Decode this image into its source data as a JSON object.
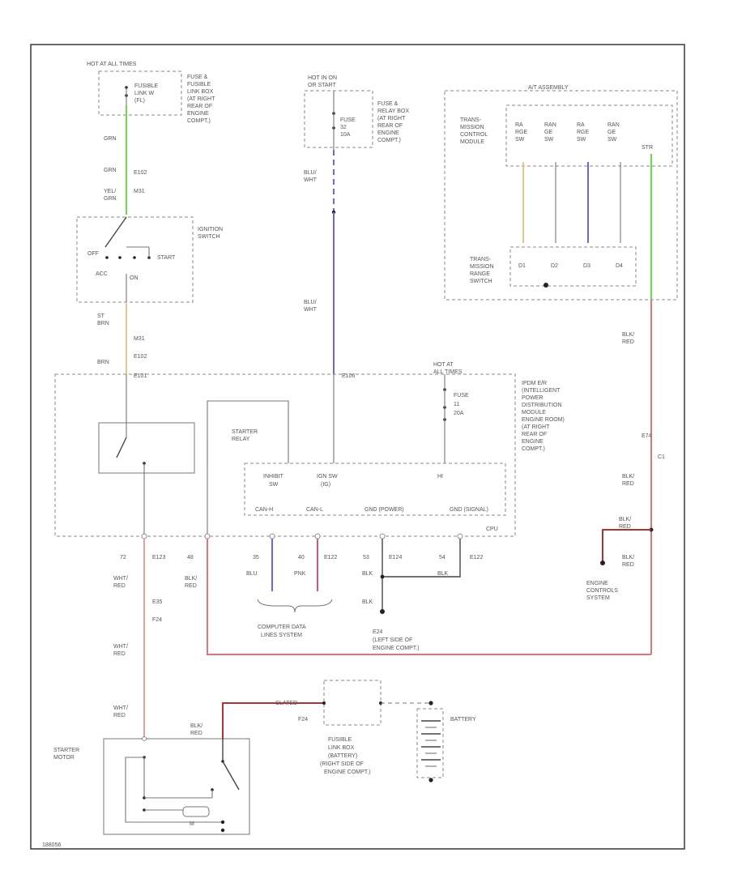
{
  "colors": {
    "green": "#66dd44",
    "blue": "#6666ee",
    "tan": "#e8c488",
    "red": "#dd7777",
    "pink": "#dd5566",
    "dark_red": "#aa3333",
    "wire_gray": "#777777"
  },
  "labels": {
    "hot_at_all_times_top": "HOT AT ALL TIMES",
    "fusible_link_top": [
      "FUSIBLE",
      "LINK W",
      "(FL)"
    ],
    "fuse_box_top_desc": [
      "FUSE &",
      "FUSIBLE",
      "LINK BOX",
      "(AT RIGHT",
      "REAR OF",
      "ENGINE",
      "COMPT.)"
    ],
    "grn1": "GRN",
    "grn2": "GRN",
    "e102_a": "E102",
    "m31_a": "M31",
    "gr_grn": [
      "YEL/",
      "GRN"
    ],
    "ignition_switch": [
      "IGNITION",
      "SWITCH"
    ],
    "off": "OFF",
    "start": "START",
    "acc": "ACC",
    "on": "ON",
    "st_brn": [
      "ST",
      "BRN"
    ],
    "m31_b": "M31",
    "e102_b": "E102",
    "brn": "BRN",
    "e101": "E101",
    "hot_in_on": [
      "HOT IN ON",
      "OR START"
    ],
    "fuse_top_mid": [
      "FUSE",
      "32",
      "10A"
    ],
    "fuse_relay_box_desc": [
      "FUSE &",
      "RELAY BOX",
      "(AT RIGHT",
      "REAR OF",
      "ENGINE",
      "COMPT.)"
    ],
    "blu_wht_1": [
      "BLU/",
      "WHT"
    ],
    "blu_wht_2": [
      "BLU/",
      "WHT"
    ],
    "e106": "E106",
    "at_assembly": "A/T ASSEMBLY",
    "tcm": [
      "TRANS-",
      "MISSION",
      "CONTROL",
      "MODULE"
    ],
    "tcm_pins": [
      [
        "RA",
        "RGE",
        "SW"
      ],
      [
        "RAN",
        "GE",
        "SW"
      ],
      [
        "RA",
        "RGE",
        "SW"
      ],
      [
        "RAN",
        "GE",
        "SW"
      ]
    ],
    "str": "STR",
    "tr_sensor": [
      "TRANS-",
      "MISSION",
      "RANGE",
      "SWITCH"
    ],
    "tr_pins": [
      "D1",
      "D2",
      "D3",
      "D4"
    ],
    "blk_red_right": [
      "BLK/",
      "RED"
    ],
    "hot_at_all_times_mid": [
      "HOT AT",
      "ALL TIMES"
    ],
    "fuse_mid": [
      "FUSE",
      "11",
      "20A"
    ],
    "ipdm_desc": [
      "IPDM E/R",
      "(INTELLIGENT",
      "POWER",
      "DISTRIBUTION",
      "MODULE",
      "ENGINE ROOM)",
      "(AT RIGHT",
      "REAR OF",
      "ENGINE",
      "COMPT.)"
    ],
    "starter_relay": [
      "STARTER",
      "RELAY"
    ],
    "ipdm_inner": [
      [
        "INHIBIT",
        "SW"
      ],
      [
        "IGN SW",
        "(IG)"
      ],
      [
        "HI"
      ]
    ],
    "ipdm_pins": [
      "CAN-H",
      "CAN-L",
      "GND (POWER)",
      "GND (SIGNAL)"
    ],
    "cpu": "CPU",
    "e74": "E74",
    "c1": "C1",
    "blk_red_e": [
      "BLK/",
      "RED"
    ],
    "blk_red_e2": [
      "BLK/",
      "RED"
    ],
    "blk_red_e3": [
      "BLK/",
      "RED"
    ],
    "ecs": [
      "ENGINE",
      "CONTROLS",
      "SYSTEM"
    ],
    "pin_numbers": [
      "72",
      "48",
      "35",
      "40",
      "53",
      "54"
    ],
    "connector_codes": [
      "E123",
      "E122",
      "E124",
      "E122"
    ],
    "blu": "BLU",
    "pnk": "PNK",
    "blk": "BLK",
    "blk2": "BLK",
    "blk3": "BLK",
    "whtred_1": [
      "WHT/",
      "RED"
    ],
    "whtred_2": [
      "WHT/",
      "RED"
    ],
    "whtred_3": [
      "WHT/",
      "RED"
    ],
    "blk_red_mid": [
      "BLK/",
      "RED"
    ],
    "e35": "E35",
    "f24": "F24",
    "computer_data": [
      "COMPUTER DATA",
      "LINES SYSTEM"
    ],
    "ground": [
      "E24",
      "(LEFT SIDE OF",
      "ENGINE COMPT.)"
    ],
    "starter_motor": [
      "STARTER",
      "MOTOR"
    ],
    "blk_red_sm": [
      "BLK/",
      "RED"
    ],
    "m": "M",
    "f24_b": "F24",
    "fusible_link_box": [
      "FUSIBLE",
      "LINK BOX",
      "(BATTERY)",
      "(RIGHT SIDE OF",
      "ENGINE COMPT.)"
    ],
    "battery": "BATTERY",
    "fuse_top_fl": "CLATED",
    "footer_code": "188056"
  }
}
